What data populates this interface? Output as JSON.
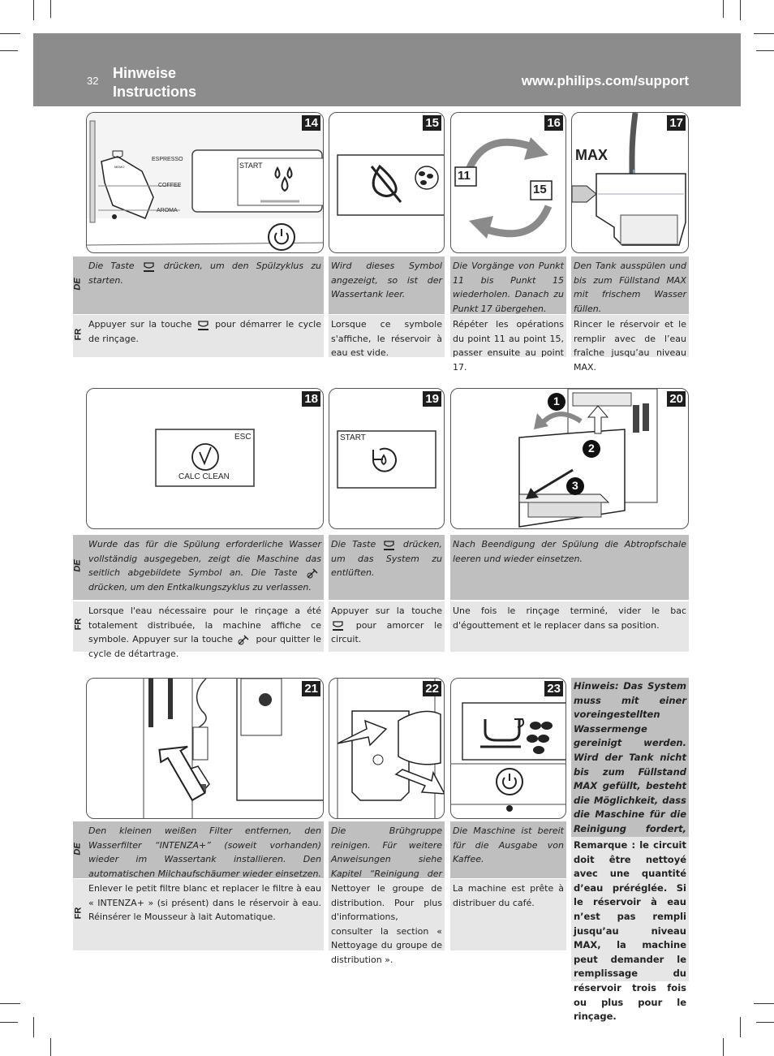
{
  "header": {
    "page_number": "32",
    "title_line1": "Hinweise",
    "title_line2": "Instructions",
    "url": "www.philips.com/support"
  },
  "steps": {
    "s14": {
      "num": "14",
      "labels": {
        "espresso": "ESPRESSO",
        "coffee": "COFFEE",
        "aroma": "AROMA",
        "memo": "MEMO",
        "screen": "START"
      }
    },
    "s15": {
      "num": "15"
    },
    "s16": {
      "num": "16",
      "loop_a": "11",
      "loop_b": "15"
    },
    "s17": {
      "num": "17",
      "max": "MAX"
    },
    "s18": {
      "num": "18",
      "esc": "ESC",
      "calc": "CALC CLEAN"
    },
    "s19": {
      "num": "19",
      "start": "START"
    },
    "s20": {
      "num": "20",
      "c1": "1",
      "c2": "2",
      "c3": "3"
    },
    "s21": {
      "num": "21"
    },
    "s22": {
      "num": "22"
    },
    "s23": {
      "num": "23"
    }
  },
  "lang": {
    "de": "DE",
    "fr": "FR"
  },
  "row1": {
    "de14a": "Die Taste ",
    "de14b": " drücken, um den Spülzyklus zu starten.",
    "fr14a": "Appuyer sur la touche ",
    "fr14b": " pour démarrer le cycle de rinçage.",
    "de15": "Wird dieses Symbol angezeigt, so ist der Wassertank leer.",
    "fr15": "Lorsque ce symbole s'affiche, le réservoir à eau est vide.",
    "de16": "Die Vorgänge von Punkt 11 bis Punkt 15 wiederholen. Danach zu Punkt 17 übergehen.",
    "fr16": "Répéter les opérations du point 11 au point 15, passer ensuite au point 17.",
    "de17": "Den Tank ausspülen und bis zum Füllstand MAX mit frischem Wasser füllen.",
    "fr17": "Rincer le réservoir et le remplir avec de l’eau fraîche jusqu’au niveau MAX."
  },
  "row2": {
    "de18a": "Wurde das für die Spülung erforderliche Wasser vollständig ausgegeben, zeigt die Maschine das seitlich abgebildete Symbol an. Die Taste ",
    "de18b": " drücken, um den Entkalkungszyklus zu verlassen.",
    "fr18a": "Lorsque l'eau nécessaire pour le rinçage a été totalement distribuée, la machine affiche ce symbole. Appuyer sur la touche ",
    "fr18b": " pour quitter le cycle de détartrage.",
    "de19a": "Die Taste ",
    "de19b": " drücken, um das System zu entlüften.",
    "fr19a": "Appuyer sur la touche ",
    "fr19b": " pour amorcer le circuit.",
    "de20": "Nach Beendigung der Spülung die Abtropfschale leeren und wieder einsetzen.",
    "fr20": "Une fois le rinçage terminé, vider le bac d'égouttement et le replacer dans sa position."
  },
  "row3": {
    "de21": "Den kleinen weißen Filter entfernen, den Wasserfilter “INTENZA+” (soweit vorhanden) wieder im Wassertank installieren. Den automatischen Milchaufschäumer wieder einsetzen.",
    "fr21": "Enlever le petit filtre blanc et replacer le filtre à eau « INTENZA+ » (si présent) dans le réservoir à eau. Réinsérer le Mousseur à lait Automatique.",
    "de22": "Die Brühgruppe reinigen. Für weitere Anweisungen siehe Kapitel “Reinigung der Brühgruppe”.",
    "fr22": "Nettoyer le groupe de distribution. Pour plus d'informations, consulter la section « Nettoyage du groupe de distribution ».",
    "de23": "Die Maschine ist bereit für die Ausgabe von Kaffee.",
    "fr23": "La machine est prête à distribuer du café.",
    "note_de": "Hinweis: Das System muss mit einer voreingestellten Wassermenge gereinigt werden. Wird der Tank nicht bis zum Füllstand MAX gefüllt, besteht die Möglichkeit, dass die Maschine für die Reinigung fordert, den Tank drei mal oder öfter nachzufüllen.",
    "note_fr": "Remarque : le circuit doit être nettoyé avec une quantité d’eau préréglée. Si le réservoir à eau n’est pas rempli jusqu’au niveau MAX, la machine peut demander le remplissage du réservoir trois fois ou plus pour le rinçage."
  },
  "colors": {
    "header": "#8c8c8c",
    "de_bg": "#bfbfbf",
    "fr_bg": "#e6e6e6"
  }
}
